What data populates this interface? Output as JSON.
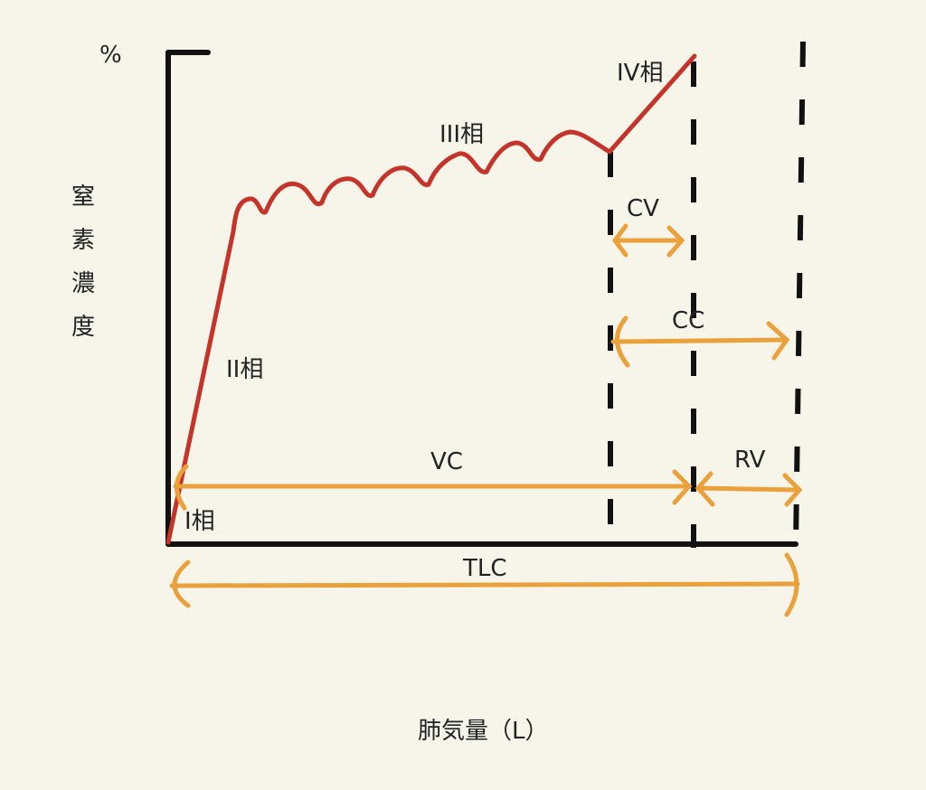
{
  "diagram": {
    "y_unit": "%",
    "y_label_chars": [
      "窒",
      "素",
      "濃",
      "度"
    ],
    "x_label": "肺気量（L）",
    "phases": {
      "phase1": "I相",
      "phase2": "II相",
      "phase3": "III相",
      "phase4": "IV相"
    },
    "spans": {
      "cv": "CV",
      "cc": "CC",
      "vc": "VC",
      "rv": "RV",
      "tlc": "TLC"
    },
    "colors": {
      "axis": "#111111",
      "curve": "#c4342a",
      "spans": "#eaa13c",
      "background": "#f7f5e9"
    }
  }
}
